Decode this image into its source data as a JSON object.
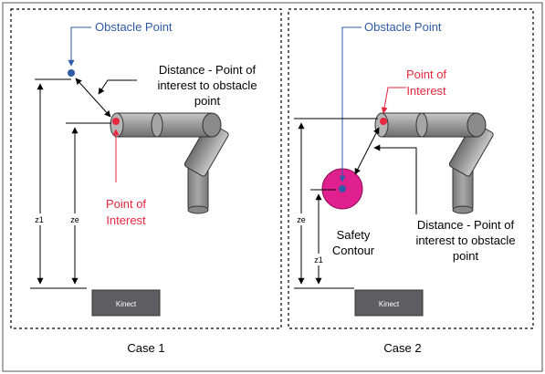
{
  "colors": {
    "obstacle_blue": "#2E5AA8",
    "interest_red": "#E8263F",
    "contour_magenta": "#E0208F",
    "kinect_gray": "#5E5E62",
    "arm_gray": "#9A9A9A",
    "line": "#000000"
  },
  "case1": {
    "caption": "Case 1",
    "obstacle_label": "Obstacle Point",
    "poi_label_line1": "Point of",
    "poi_label_line2": "Interest",
    "distance_line1": "Distance - Point of",
    "distance_line2": "interest to obstacle",
    "distance_line3": "point",
    "z1_label": "z1",
    "ze_label": "ze",
    "kinect_label": "Kinect"
  },
  "case2": {
    "caption": "Case 2",
    "obstacle_label": "Obstacle Point",
    "poi_label_line1": "Point of",
    "poi_label_line2": "Interest",
    "contour_line1": "Safety",
    "contour_line2": "Contour",
    "distance_line1": "Distance - Point of",
    "distance_line2": "interest to obstacle",
    "distance_line3": "point",
    "z1_label": "z1",
    "ze_label": "ze",
    "kinect_label": "Kinect"
  }
}
